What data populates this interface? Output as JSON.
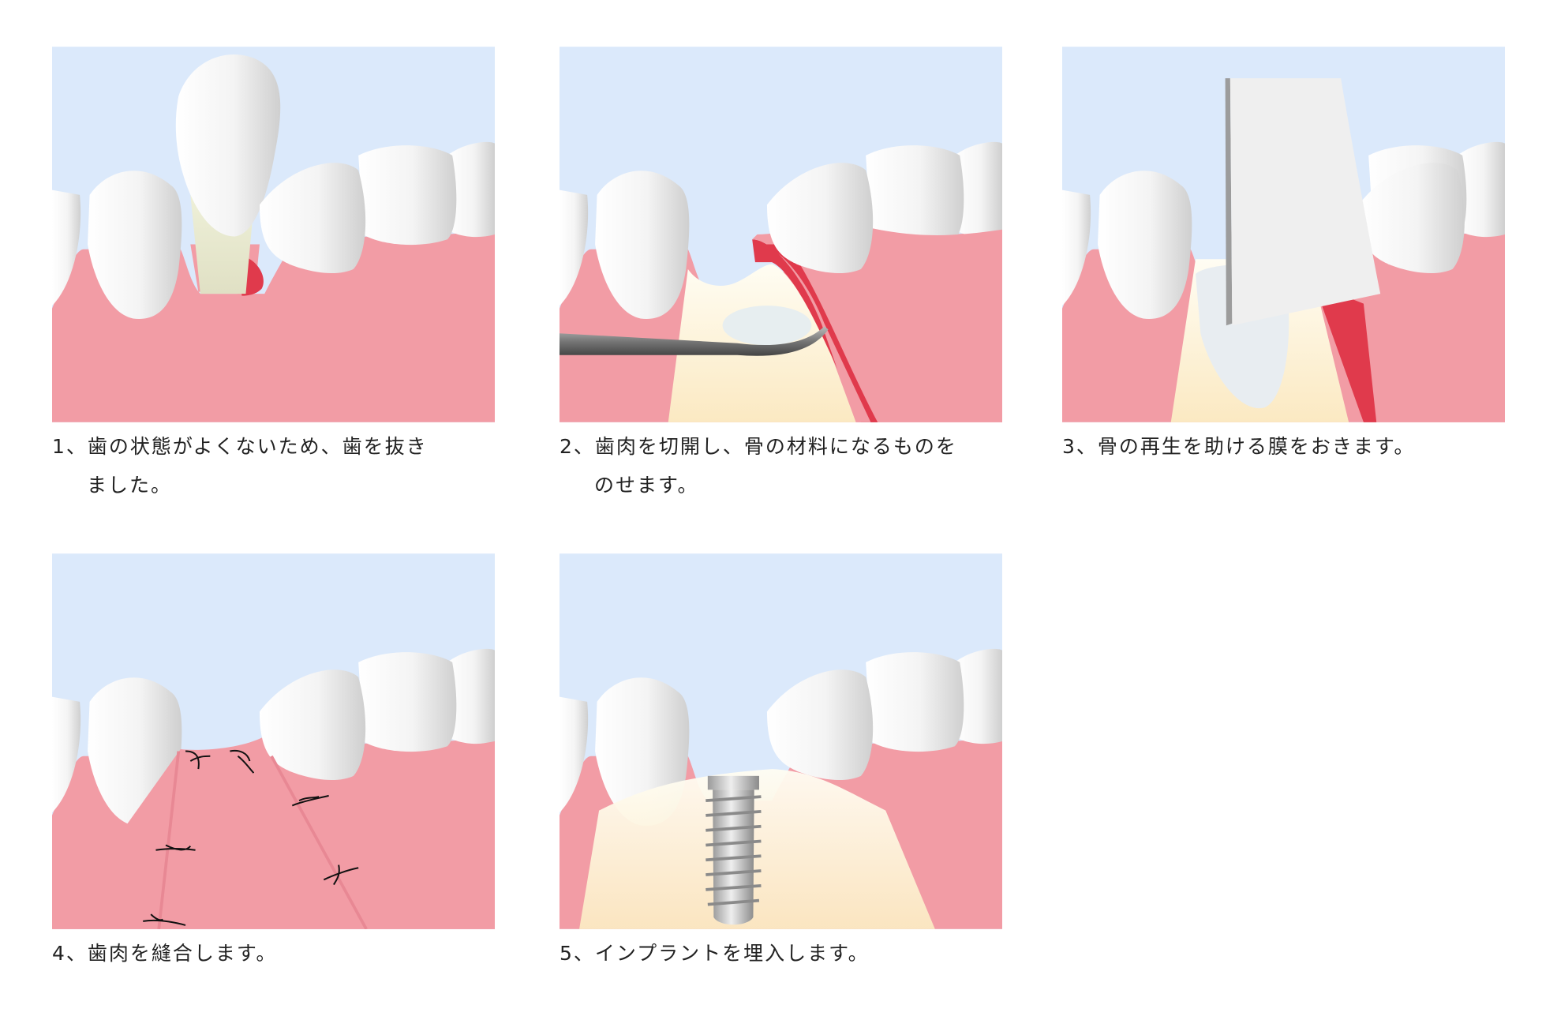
{
  "steps": [
    {
      "number": "1",
      "caption_line1": "1、歯の状態がよくないため、歯を抜き",
      "caption_line2": "ました。"
    },
    {
      "number": "2",
      "caption_line1": "2、歯肉を切開し、骨の材料になるものを",
      "caption_line2": "のせます。"
    },
    {
      "number": "3",
      "caption_line1": "3、骨の再生を助ける膜をおきます。"
    },
    {
      "number": "4",
      "caption_line1": "4、歯肉を縫合します。"
    },
    {
      "number": "5",
      "caption_line1": "5、インプラントを埋入します。"
    }
  ],
  "colors": {
    "sky": "#dbe9fb",
    "gum": "#f29ca5",
    "bone": "#fbeecb",
    "incision": "#e03a4c"
  }
}
